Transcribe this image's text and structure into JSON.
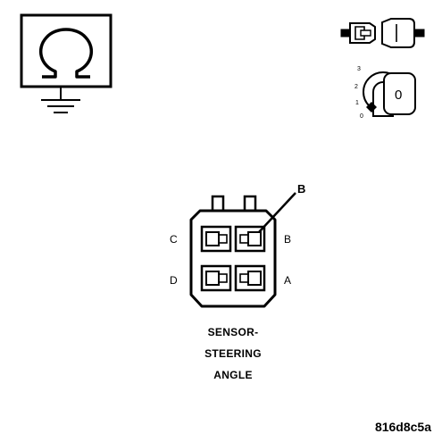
{
  "connector": {
    "pin_labels": {
      "c": "C",
      "b": "B",
      "d": "D",
      "a": "A"
    },
    "callout_label": "B"
  },
  "caption": [
    "SENSOR-",
    "STEERING",
    "ANGLE"
  ],
  "ignition": {
    "positions": [
      "3",
      "2",
      "1",
      "0"
    ],
    "key_label": "0"
  },
  "figure_code": "816d8c5a",
  "icons": {
    "ohmmeter": "ohmmeter-ground-icon",
    "connector_plug": "disconnected-connector-icon",
    "ignition": "ignition-key-off-icon"
  }
}
